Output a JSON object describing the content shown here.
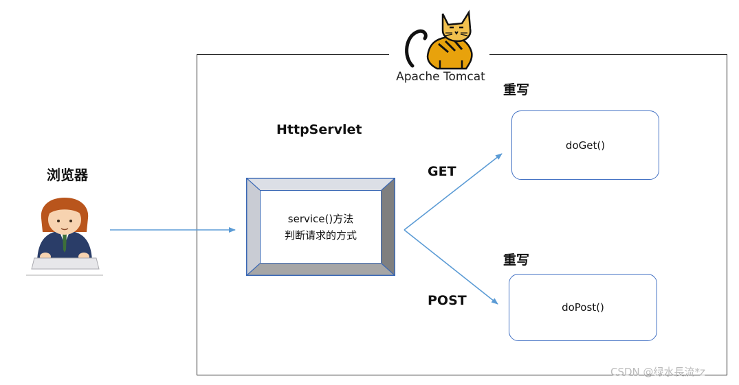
{
  "container": {
    "logo_text": "Apache Tomcat"
  },
  "browser": {
    "label": "浏览器"
  },
  "servlet": {
    "label": "HttpServlet",
    "service_line1": "service()方法",
    "service_line2": "判断请求的方式"
  },
  "branches": {
    "get": {
      "label": "GET",
      "override_label": "重写",
      "method": "doGet()"
    },
    "post": {
      "label": "POST",
      "override_label": "重写",
      "method": "doPost()"
    }
  },
  "watermark": "CSDN @绿水長流*z",
  "colors": {
    "arrow": "#5b9bd5",
    "box_border": "#4472c4",
    "bevel_dark": "#7f7f7f",
    "bevel_light": "#d9d9d9",
    "logo_gold": "#e8a20c"
  },
  "icons": {
    "user": "user-at-computer-icon",
    "logo": "tomcat-cat-icon"
  }
}
